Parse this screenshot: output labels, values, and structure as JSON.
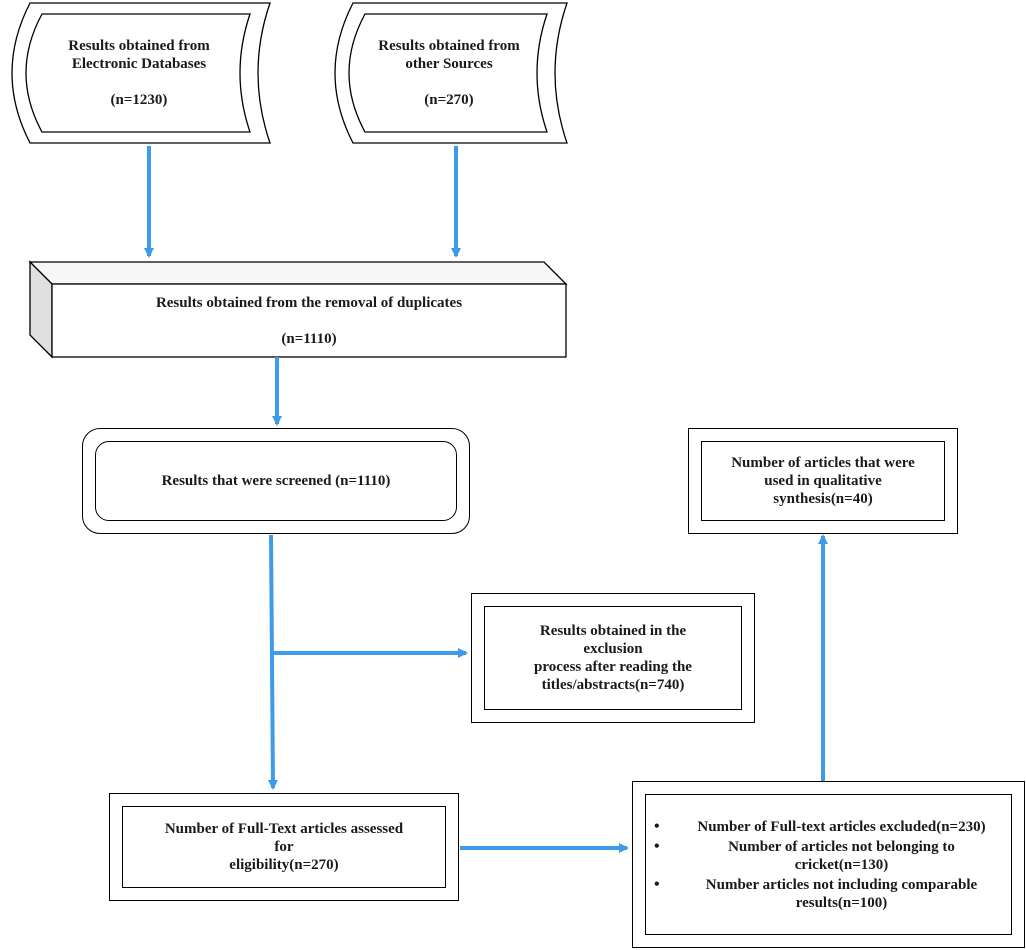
{
  "nodes": {
    "electronic": {
      "line1": "Results obtained from",
      "line2": "Electronic Databases",
      "count": "(n=1230)"
    },
    "other": {
      "line1": "Results obtained from",
      "line2": "other Sources",
      "count": "(n=270)"
    },
    "duplicates": {
      "line1": "Results obtained from the removal of duplicates",
      "count": "(n=1110)"
    },
    "screened": {
      "text": "Results that were screened (n=1110)"
    },
    "excluded_titles": {
      "line1": "Results obtained in the",
      "line2": "exclusion",
      "line3": "process  after reading the",
      "line4": "titles/abstracts(n=740)"
    },
    "fulltext": {
      "line1": "Number of Full-Text articles assessed",
      "line2": "for",
      "line3": "eligibility(n=270)"
    },
    "excluded_fulltext": {
      "items": [
        "Number of Full-text articles excluded(n=230)",
        "Number of articles not belonging to cricket(n=130)",
        "Number articles not including comparable results(n=100)"
      ]
    },
    "qualitative": {
      "line1": "Number of articles that were",
      "line2": "used in qualitative",
      "line3": "synthesis(n=40)"
    }
  },
  "colors": {
    "arrow": "#3d9be9",
    "border": "#000000",
    "side": "#e0e0e0"
  }
}
